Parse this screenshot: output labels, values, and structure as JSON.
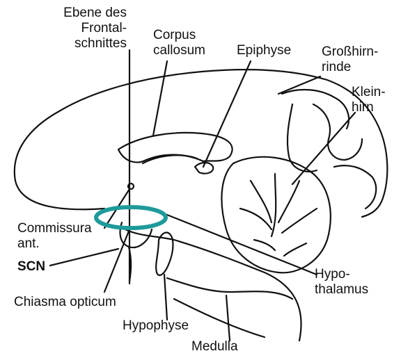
{
  "labels": {
    "frontal_plane": "Ebene des\nFrontal-\nschnittes",
    "corpus_callosum": "Corpus\ncallosum",
    "epiphyse": "Epiphyse",
    "grosshirnrinde": "Großhirn-\nrinde",
    "kleinhirn": "Klein-\nhirn",
    "commissura": "Commissura\nant.",
    "scn": "SCN",
    "chiasma": "Chiasma opticum",
    "hypophyse": "Hypophyse",
    "hypothalamus": "Hypo-\nthalamus",
    "medulla": "Medulla"
  },
  "colors": {
    "line": "#111111",
    "highlight_ring": "#1f9a9a"
  }
}
